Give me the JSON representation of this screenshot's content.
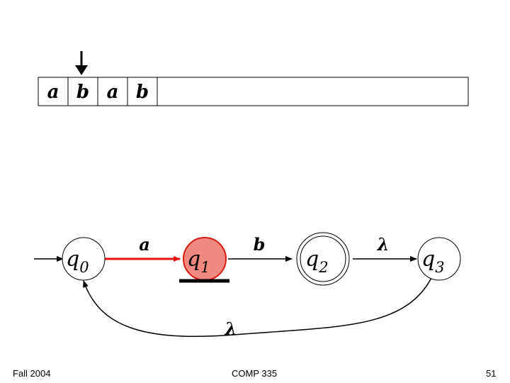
{
  "tape": {
    "cells": [
      "a",
      "b",
      "a",
      "b"
    ],
    "head_position": 1
  },
  "automaton": {
    "states": [
      {
        "id": "q0",
        "base": "q",
        "sub": "0",
        "start": true,
        "accepting": false,
        "current": false
      },
      {
        "id": "q1",
        "base": "q",
        "sub": "1",
        "start": false,
        "accepting": false,
        "current": true
      },
      {
        "id": "q2",
        "base": "q",
        "sub": "2",
        "start": false,
        "accepting": true,
        "current": false
      },
      {
        "id": "q3",
        "base": "q",
        "sub": "3",
        "start": false,
        "accepting": false,
        "current": false
      }
    ],
    "transitions": [
      {
        "from": "q0",
        "to": "q1",
        "label": "a",
        "active": true
      },
      {
        "from": "q1",
        "to": "q2",
        "label": "b",
        "active": false
      },
      {
        "from": "q2",
        "to": "q3",
        "label": "λ",
        "active": false
      },
      {
        "from": "q3",
        "to": "q0",
        "label": "λ",
        "active": false
      }
    ],
    "colors": {
      "active_edge": "#e8120c",
      "current_state_fill": "#f08a80",
      "current_state_stroke": "#d81b10"
    }
  },
  "footer": {
    "left": "Fall 2004",
    "center": "COMP 335",
    "right": "51"
  }
}
